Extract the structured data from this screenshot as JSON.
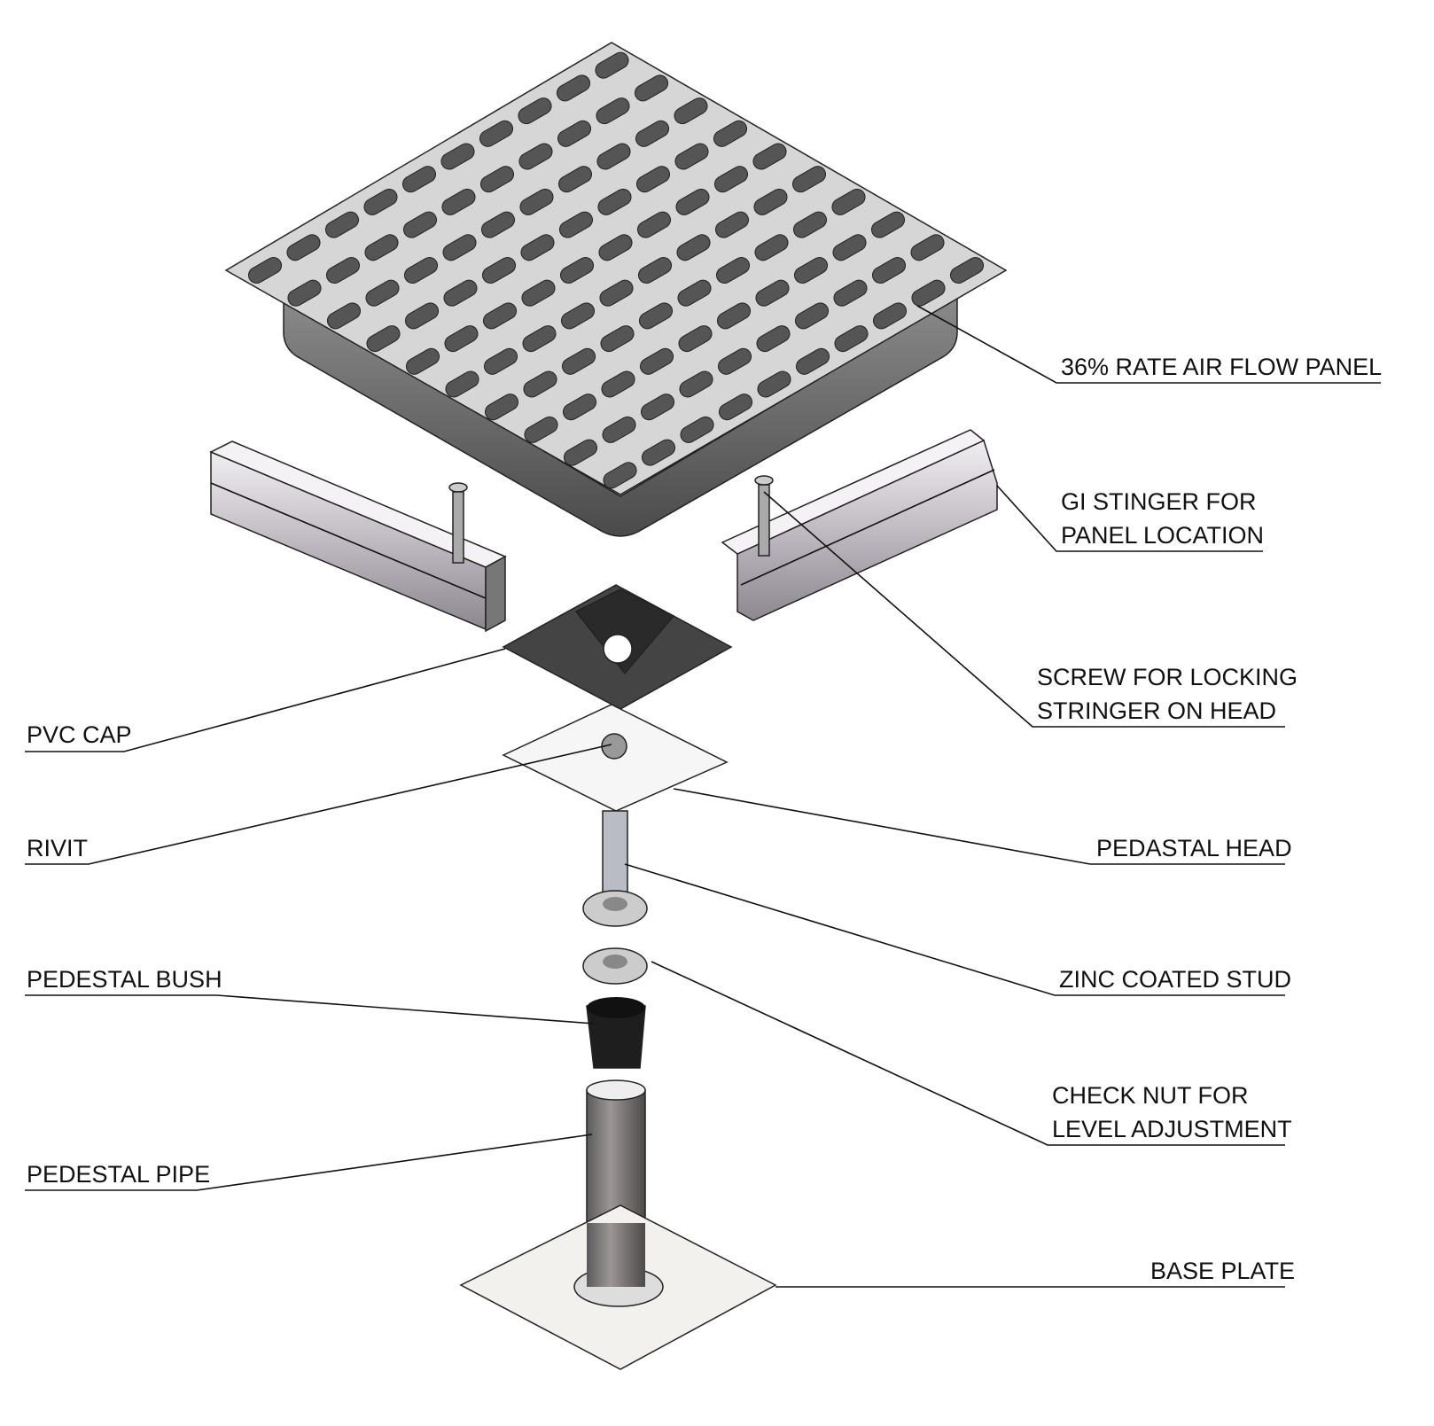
{
  "title": "Raised floor pedestal assembly - exploded view",
  "labels": {
    "panel": "36% RATE AIR FLOW PANEL",
    "stringer_1": "GI STINGER FOR",
    "stringer_2": "PANEL LOCATION",
    "screw_1": "SCREW FOR LOCKING",
    "screw_2": "STRINGER ON HEAD",
    "pvc_cap": "PVC CAP",
    "rivit": "RIVIT",
    "pedestal_head": "PEDASTAL HEAD",
    "stud": "ZINC COATED STUD",
    "bush": "PEDESTAL BUSH",
    "check_nut_1": "CHECK NUT FOR",
    "check_nut_2": "LEVEL ADJUSTMENT",
    "pipe": "PEDESTAL PIPE",
    "base_plate": "BASE PLATE"
  }
}
